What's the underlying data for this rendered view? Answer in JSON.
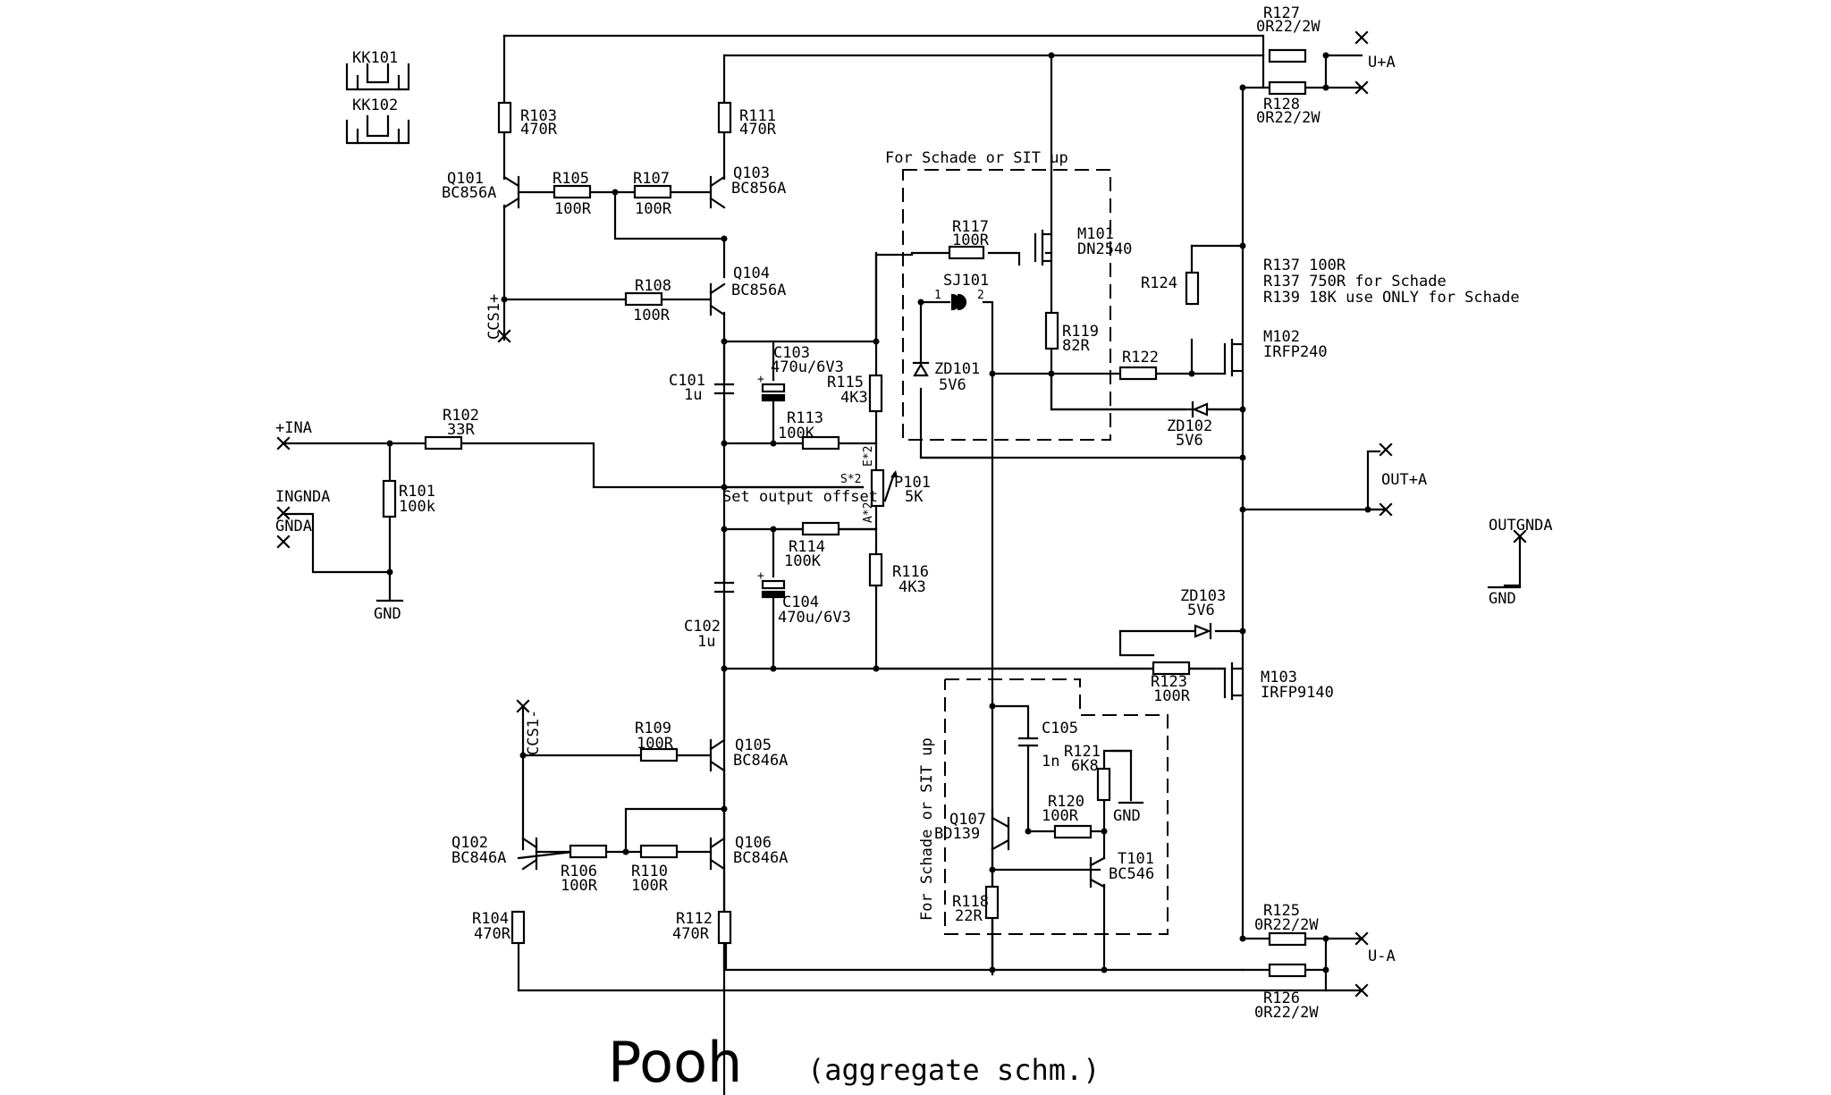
{
  "title": "Pooh",
  "subtitle": "(aggregate schm.)",
  "heatsinks": [
    "KK101",
    "KK102"
  ],
  "ports": {
    "u_plus": "U+A",
    "u_minus": "U-A",
    "in_plus": "+INA",
    "in_gnd": "INGNDA",
    "gnda": "GNDA",
    "gnd_in": "GND",
    "out_plus": "OUT+A",
    "out_gnd": "OUTGNDA",
    "gnd_out": "GND",
    "gnd_mid": "GND",
    "ccs1_plus": "CCS1+",
    "ccs1_minus": "CCS1-"
  },
  "box_upper_label": "For Schade or SIT up",
  "box_lower_label": "For Schade or SIT up",
  "offset_note": "Set output offset",
  "notes": [
    "R137 100R",
    "R137 750R for Schade",
    "R139 18K use ONLY for Schade"
  ],
  "parts": {
    "R127": {
      "ref": "R127",
      "val": "0R22/2W"
    },
    "R128": {
      "ref": "R128",
      "val": "0R22/2W"
    },
    "R125": {
      "ref": "R125",
      "val": "0R22/2W"
    },
    "R126": {
      "ref": "R126",
      "val": "0R22/2W"
    },
    "R103": {
      "ref": "R103",
      "val": "470R"
    },
    "R111": {
      "ref": "R111",
      "val": "470R"
    },
    "R105": {
      "ref": "R105",
      "val": "100R"
    },
    "R107": {
      "ref": "R107",
      "val": "100R"
    },
    "R108": {
      "ref": "R108",
      "val": "100R"
    },
    "R117": {
      "ref": "R117",
      "val": "100R"
    },
    "R119": {
      "ref": "R119",
      "val": "82R"
    },
    "R122": {
      "ref": "R122",
      "val": ""
    },
    "R124": {
      "ref": "R124",
      "val": ""
    },
    "R115": {
      "ref": "R115",
      "val": "4K3"
    },
    "R113": {
      "ref": "R113",
      "val": "100K"
    },
    "R102": {
      "ref": "R102",
      "val": "33R"
    },
    "R101": {
      "ref": "R101",
      "val": "100k"
    },
    "R114": {
      "ref": "R114",
      "val": "100K"
    },
    "R116": {
      "ref": "R116",
      "val": "4K3"
    },
    "R123": {
      "ref": "R123",
      "val": "100R"
    },
    "R109": {
      "ref": "R109",
      "val": "100R"
    },
    "R106": {
      "ref": "R106",
      "val": "100R"
    },
    "R110": {
      "ref": "R110",
      "val": "100R"
    },
    "R104": {
      "ref": "R104",
      "val": "470R"
    },
    "R112": {
      "ref": "R112",
      "val": "470R"
    },
    "R121": {
      "ref": "R121",
      "val": "6K8"
    },
    "R120": {
      "ref": "R120",
      "val": "100R"
    },
    "R118": {
      "ref": "R118",
      "val": "22R"
    },
    "C101": {
      "ref": "C101",
      "val": "1u"
    },
    "C102": {
      "ref": "C102",
      "val": "1u"
    },
    "C103": {
      "ref": "C103",
      "val": "470u/6V3"
    },
    "C104": {
      "ref": "C104",
      "val": "470u/6V3"
    },
    "C105": {
      "ref": "C105",
      "val": "1n"
    },
    "P101": {
      "ref": "P101",
      "val": "5K"
    },
    "Q101": {
      "ref": "Q101",
      "val": "BC856A"
    },
    "Q103": {
      "ref": "Q103",
      "val": "BC856A"
    },
    "Q104": {
      "ref": "Q104",
      "val": "BC856A"
    },
    "Q105": {
      "ref": "Q105",
      "val": "BC846A"
    },
    "Q102": {
      "ref": "Q102",
      "val": "BC846A"
    },
    "Q106": {
      "ref": "Q106",
      "val": "BC846A"
    },
    "Q107": {
      "ref": "Q107",
      "val": "BD139"
    },
    "T101": {
      "ref": "T101",
      "val": "BC546"
    },
    "M101": {
      "ref": "M101",
      "val": "DN2540"
    },
    "M102": {
      "ref": "M102",
      "val": "IRFP240"
    },
    "M103": {
      "ref": "M103",
      "val": "IRFP9140"
    },
    "ZD101": {
      "ref": "ZD101",
      "val": "5V6"
    },
    "ZD102": {
      "ref": "ZD102",
      "val": "5V6"
    },
    "ZD103": {
      "ref": "ZD103",
      "val": "5V6"
    },
    "SJ101": {
      "ref": "SJ101",
      "val": ""
    }
  },
  "pins": {
    "p101_s": "S*2",
    "p101_e": "E*2",
    "p101_a": "A*2",
    "sj_1": "1",
    "sj_2": "2"
  }
}
